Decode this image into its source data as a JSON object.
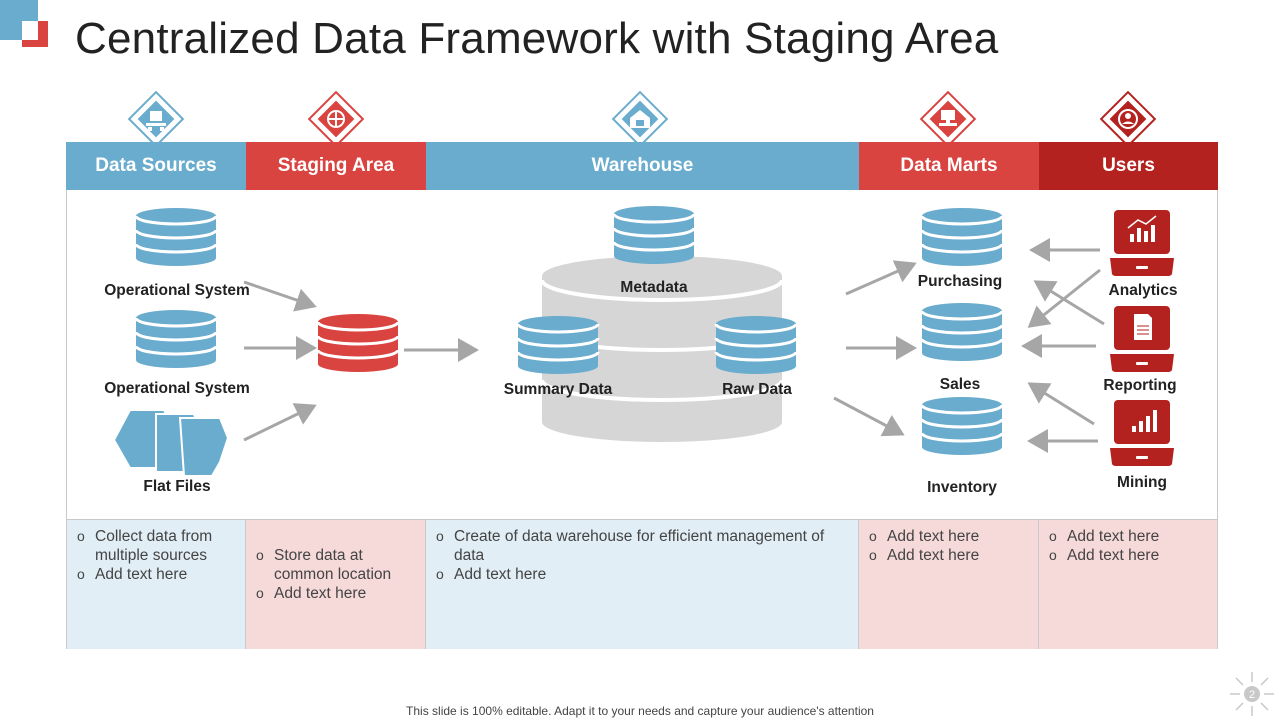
{
  "title": "Centralized Data Framework with Staging Area",
  "headers": [
    {
      "label": "Data Sources",
      "color": "#6aaccd"
    },
    {
      "label": "Staging Area",
      "color": "#d94340"
    },
    {
      "label": "Warehouse",
      "color": "#6aaccd"
    },
    {
      "label": "Data Marts",
      "color": "#d94340"
    },
    {
      "label": "Users",
      "color": "#b3221f"
    }
  ],
  "diagram": {
    "sources": [
      "Operational System",
      "Operational System",
      "Flat Files"
    ],
    "warehouse": {
      "metadata": "Metadata",
      "summary": "Summary Data",
      "raw": "Raw Data"
    },
    "marts": [
      "Purchasing",
      "Sales",
      "Inventory"
    ],
    "users": [
      "Analytics",
      "Reporting",
      "Mining"
    ]
  },
  "notes": {
    "sources": [
      "Collect data from multiple sources",
      "Add text here"
    ],
    "staging": [
      "Store data at common location",
      "Add text here"
    ],
    "warehouse": [
      "Create of data warehouse for efficient management of data",
      " Add text here"
    ],
    "marts": [
      "Add text here",
      "Add text here"
    ],
    "users": [
      "Add text here",
      "Add text here"
    ]
  },
  "footer": "This slide is 100% editable. Adapt it to your needs and capture your audience's attention",
  "page_number": "2",
  "colors": {
    "blue": "#6aaccd",
    "red": "#d94340",
    "dark_red": "#b3221f",
    "pink_bg": "#f6d9d9",
    "blue_bg": "#e1eef5",
    "gray": "#d6d6d6"
  }
}
